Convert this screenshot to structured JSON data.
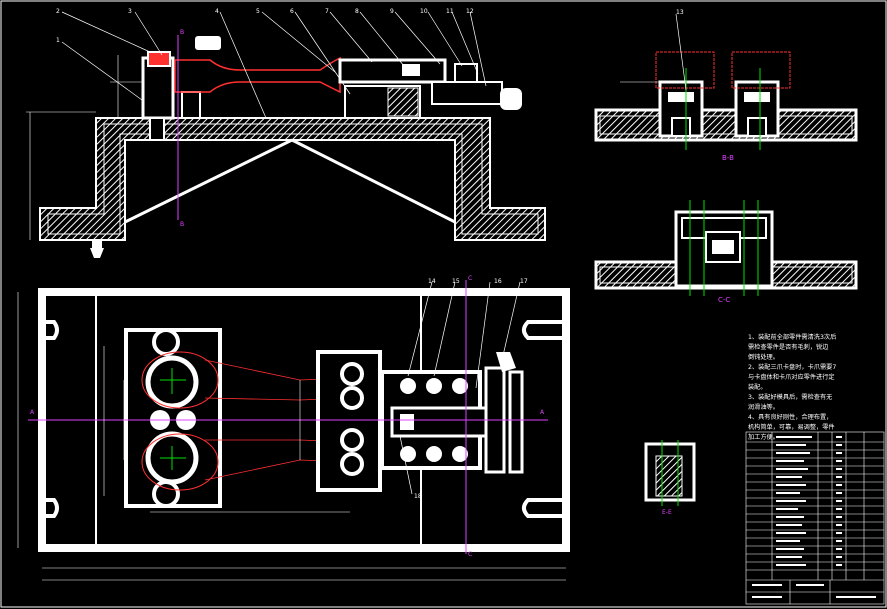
{
  "part_numbers": [
    "1",
    "2",
    "3",
    "4",
    "5",
    "6",
    "7",
    "8",
    "9",
    "10",
    "11",
    "12",
    "13",
    "14",
    "15",
    "16",
    "17",
    "18"
  ],
  "section_labels": {
    "b_marker": "B",
    "bb_caption": "B-B",
    "cc_caption": "C-C",
    "c_marker": "C",
    "a_marker": "A",
    "ee_caption": "E-E"
  },
  "notes": [
    "1、装配前全部零件需清洗3次后",
    "需检查零件是否有毛刺，锐边",
    "倒钝处理。",
    "2、装配三爪卡盘时，卡爪需要7",
    "与卡盘体和卡爪对应零件进行定",
    "装配。",
    "3、装配好模具后，需检查有无",
    "润滑油等。",
    "4、具有良好刚性，合理布置，",
    "机构简单，可靠，易调整，零件",
    "加工方便。"
  ],
  "colors": {
    "outline": "#ffffff",
    "section": "#e040ff",
    "centerline": "#00e000",
    "contour": "#ff3030",
    "hatch": "#ffffff"
  }
}
